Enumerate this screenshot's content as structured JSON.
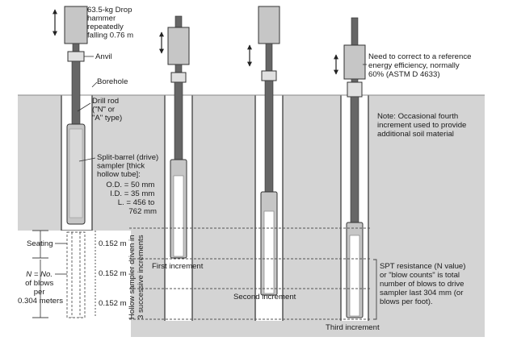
{
  "labels": {
    "hammer": [
      "63.5-kg Drop",
      "hammer",
      "repeatedly",
      "falling 0.76 m"
    ],
    "anvil": "Anvil",
    "borehole": "Borehole",
    "drill_rod": [
      "Drill rod",
      "(\"N\" or",
      "\"A\" type)"
    ],
    "sampler": [
      "Split-barrel (drive)",
      "sampler [thick",
      "hollow tube]:"
    ],
    "dimensions": [
      "O.D. = 50 mm",
      "I.D. = 35 mm",
      "L.  = 456 to",
      "762 mm"
    ],
    "energy_note": [
      "Need to correct to a reference",
      "energy efficiency, normally",
      "60% (ASTM D 4633)"
    ],
    "fourth_note": [
      "Note: Occasional fourth",
      "increment used to provide",
      "additional soil material"
    ],
    "seating": "Seating",
    "n_def": [
      "N = No.",
      "of blows",
      "per",
      "0.304 meters"
    ],
    "increment_depths": [
      "0.152 m",
      "0.152 m",
      "0.152 m"
    ],
    "vertical_label": [
      "Hollow sampler driven in",
      "3 successive increments"
    ],
    "first_increment": "First increment",
    "second_increment": "Second increment",
    "third_increment": "Third increment",
    "spt_note": [
      "SPT resistance (N value)",
      "or \"blow counts\" is total",
      "number of blows to drive",
      "sampler last 304 mm (or",
      "blows per foot)."
    ]
  },
  "colors": {
    "soil": "#d4d4d4",
    "rod": "#666666",
    "hammer": "#c6c6c6",
    "outline": "#333333",
    "background": "#ffffff"
  }
}
